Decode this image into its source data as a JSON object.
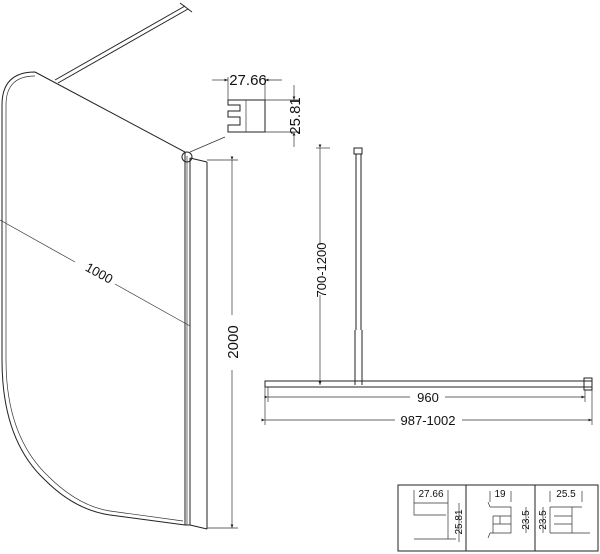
{
  "drawing": {
    "panel": {
      "width_label": "1000",
      "height_label": "2000"
    },
    "top_profile": {
      "width_label": "27.66",
      "height_label": "25.81"
    },
    "arm": {
      "height_range_label": "700-1200",
      "inner_width_label": "960",
      "overall_width_label": "987-1002"
    },
    "profiles_box": [
      {
        "width_label": "27.66",
        "height_label": "25.81"
      },
      {
        "width_label": "19",
        "height_label": "23.5"
      },
      {
        "width_label": "25.5",
        "height_label": "23.5"
      }
    ]
  }
}
